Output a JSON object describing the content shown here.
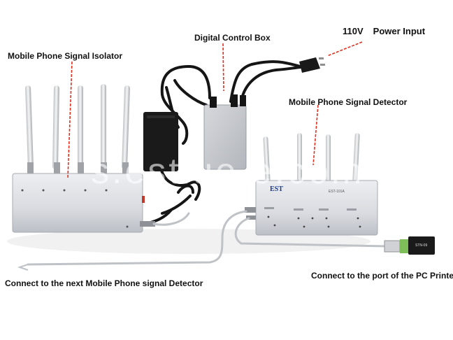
{
  "labels": {
    "power_voltage": "110V",
    "power_input": "Power Input",
    "digital_control_box": "Digital Control Box",
    "isolator": "Mobile Phone Signal Isolator",
    "detector": "Mobile Phone Signal Detector",
    "connect_next": "Connect to the next Mobile Phone signal Detector",
    "connect_printer": "Connect to the port of the PC Printer"
  },
  "device_markings": {
    "detector_brand": "EST",
    "detector_model": "EST-101A",
    "adapter_text": "STN-09"
  },
  "watermark": "s.estlue.e.com",
  "colors": {
    "pointer_line": "#e0301e",
    "device_body": "#d9dbe0",
    "adapter_black": "#1a1a1a",
    "cable_grey": "#bfc2c6",
    "cable_black": "#151515",
    "brand_blue": "#1b3a8a",
    "background": "#ffffff"
  }
}
